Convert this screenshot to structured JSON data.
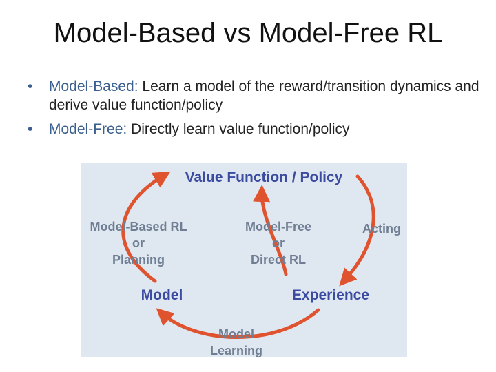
{
  "slide": {
    "title": "Model-Based vs Model-Free RL"
  },
  "bullets": [
    {
      "term": "Model-Based:",
      "text": " Learn a model of the reward/transition dynamics and derive value function/policy"
    },
    {
      "term": "Model-Free:",
      "text": " Directly learn value function/policy"
    }
  ],
  "diagram": {
    "nodes": {
      "value_policy": "Value Function / Policy",
      "model": "Model",
      "experience": "Experience"
    },
    "edge_labels": {
      "model_based": [
        "Model-Based RL",
        "or",
        "Planning"
      ],
      "model_free": [
        "Model-Free",
        "or",
        "Direct RL"
      ],
      "acting": "Acting",
      "model_learning": [
        "Model",
        "Learning"
      ]
    },
    "colors": {
      "background": "#dfe7f1",
      "arrow": "#e0532f",
      "node_text": "#3a4ba0",
      "edge_text": "#6f7e92",
      "accent": "#3b5f8f"
    }
  }
}
